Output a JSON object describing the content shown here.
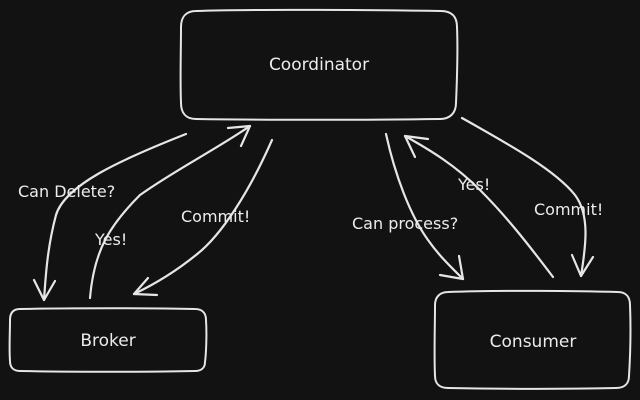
{
  "diagram": {
    "colors": {
      "background": "#121212",
      "stroke": "#e6e6e6",
      "text": "#ececec"
    },
    "nodes": {
      "coordinator": {
        "label": "Coordinator"
      },
      "broker": {
        "label": "Broker"
      },
      "consumer": {
        "label": "Consumer"
      }
    },
    "edges": {
      "can_delete": {
        "label": "Can Delete?",
        "from": "Coordinator",
        "to": "Broker"
      },
      "yes_broker": {
        "label": "Yes!",
        "from": "Broker",
        "to": "Coordinator"
      },
      "commit_broker": {
        "label": "Commit!",
        "from": "Coordinator",
        "to": "Broker"
      },
      "can_process": {
        "label": "Can process?",
        "from": "Coordinator",
        "to": "Consumer"
      },
      "yes_consumer": {
        "label": "Yes!",
        "from": "Consumer",
        "to": "Coordinator"
      },
      "commit_consumer": {
        "label": "Commit!",
        "from": "Coordinator",
        "to": "Consumer"
      }
    }
  }
}
